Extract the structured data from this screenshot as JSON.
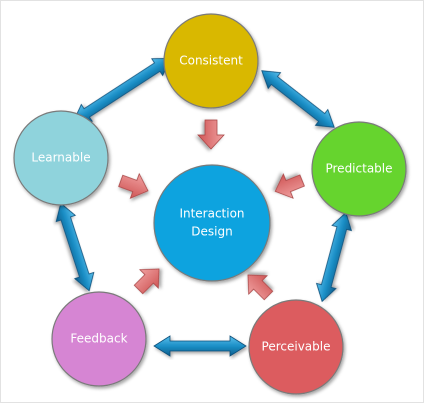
{
  "diagram": {
    "nodes": {
      "consistent": {
        "label": "Consistent",
        "color": "#d9b800"
      },
      "predictable": {
        "label": "Predictable",
        "color": "#66d42e"
      },
      "perceivable": {
        "label": "Perceivable",
        "color": "#dc5c5e"
      },
      "feedback": {
        "label": "Feedback",
        "color": "#d685d3"
      },
      "learnable": {
        "label": "Learnable",
        "color": "#8fd3dc"
      },
      "center": {
        "label_line1": "Interaction",
        "label_line2": "Design",
        "color": "#0aa3df"
      }
    },
    "arrow_colors": {
      "double": "#1b8fc7",
      "inward": "#e07070"
    }
  }
}
